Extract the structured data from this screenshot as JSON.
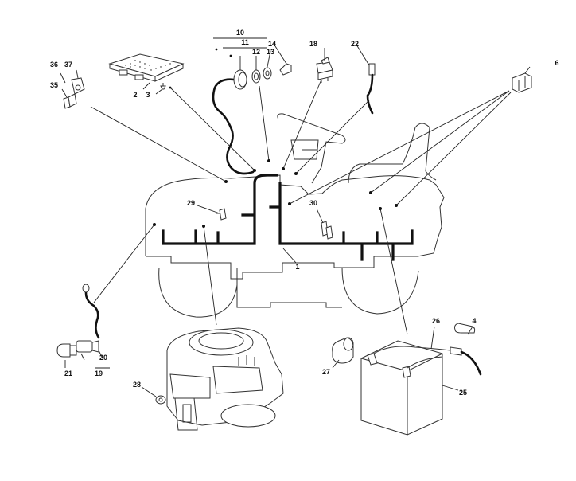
{
  "diagram": {
    "callouts": [
      {
        "id": "c1",
        "text": "1"
      },
      {
        "id": "c2",
        "text": "2"
      },
      {
        "id": "c3",
        "text": "3"
      },
      {
        "id": "c4",
        "text": "4"
      },
      {
        "id": "c6",
        "text": "6"
      },
      {
        "id": "c10",
        "text": "10"
      },
      {
        "id": "c11",
        "text": "11"
      },
      {
        "id": "c12",
        "text": "12"
      },
      {
        "id": "c13",
        "text": "13"
      },
      {
        "id": "c14",
        "text": "14"
      },
      {
        "id": "c18",
        "text": "18"
      },
      {
        "id": "c19",
        "text": "19"
      },
      {
        "id": "c20",
        "text": "20"
      },
      {
        "id": "c21",
        "text": "21"
      },
      {
        "id": "c22",
        "text": "22"
      },
      {
        "id": "c25",
        "text": "25"
      },
      {
        "id": "c26",
        "text": "26"
      },
      {
        "id": "c27",
        "text": "27"
      },
      {
        "id": "c28",
        "text": "28"
      },
      {
        "id": "c29",
        "text": "29"
      },
      {
        "id": "c30",
        "text": "30"
      },
      {
        "id": "c35",
        "text": "35"
      },
      {
        "id": "c36",
        "text": "36"
      },
      {
        "id": "c37",
        "text": "37"
      }
    ]
  }
}
